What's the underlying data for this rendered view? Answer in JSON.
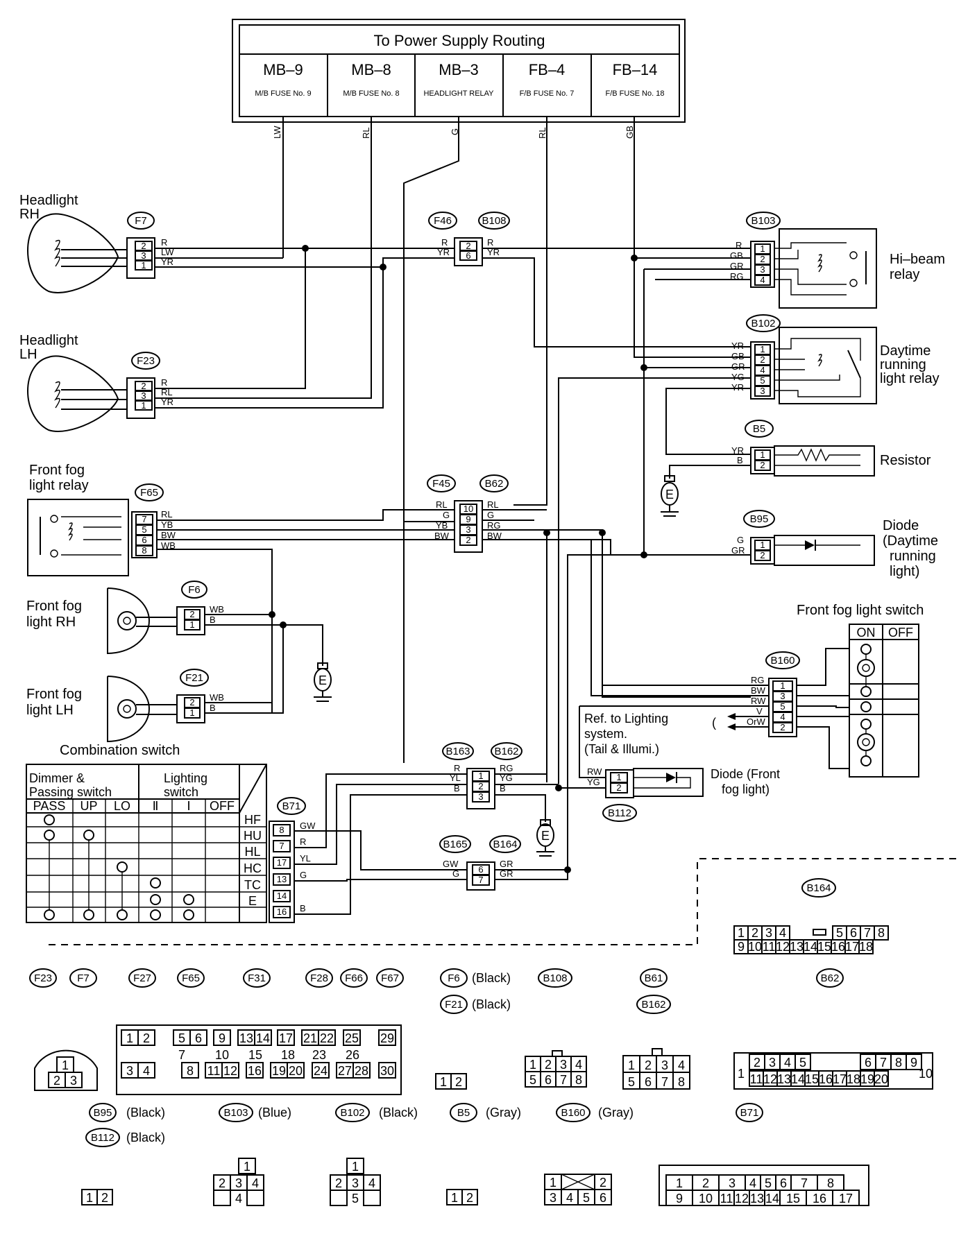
{
  "power_supply": {
    "title": "To Power Supply Routing",
    "sources": [
      {
        "code": "MB–9",
        "desc": "M/B FUSE No. 9"
      },
      {
        "code": "MB–8",
        "desc": "M/B FUSE No. 8"
      },
      {
        "code": "MB–3",
        "desc": "HEADLIGHT RELAY"
      },
      {
        "code": "FB–4",
        "desc": "F/B FUSE No. 7"
      },
      {
        "code": "FB–14",
        "desc": "F/B FUSE No. 18"
      }
    ],
    "wires": [
      "LW",
      "RL",
      "G",
      "RL",
      "GB"
    ]
  },
  "components": {
    "headlight_rh": [
      "Headlight",
      "RH"
    ],
    "headlight_lh": [
      "Headlight",
      "LH"
    ],
    "fog_relay": [
      "Front fog",
      "light relay"
    ],
    "fog_rh": [
      "Front fog",
      "light RH"
    ],
    "fog_lh": [
      "Front fog",
      "light LH"
    ],
    "hibeam_relay": [
      "Hi–beam",
      "relay"
    ],
    "drl_relay": [
      "Daytime",
      "running",
      "light relay"
    ],
    "resistor": "Resistor",
    "diode_drl": [
      "Diode",
      "(Daytime",
      "running",
      "light)"
    ],
    "fog_switch": "Front fog light switch",
    "fog_switch_on": "ON",
    "fog_switch_off": "OFF",
    "ref_lighting": [
      "Ref. to Lighting",
      "system.",
      "(Tail & Illumi.)"
    ],
    "diode_fog": [
      "Diode (Front",
      "fog light)"
    ],
    "combination_switch": "Combination switch",
    "ground": "E"
  },
  "connectors": {
    "F7": {
      "id": "F7",
      "pins": [
        "2",
        "3",
        "1"
      ],
      "wires": [
        "R",
        "LW",
        "YR"
      ]
    },
    "F23": {
      "id": "F23",
      "pins": [
        "2",
        "3",
        "1"
      ],
      "wires": [
        "R",
        "RL",
        "YR"
      ]
    },
    "F46_B108": {
      "ids": [
        "F46",
        "B108"
      ],
      "pins": [
        "2",
        "6"
      ],
      "left": [
        "R",
        "YR"
      ],
      "right": [
        "R",
        "YR"
      ]
    },
    "B103": {
      "id": "B103",
      "pins": [
        "1",
        "2",
        "3",
        "4"
      ],
      "wires": [
        "R",
        "GB",
        "GR",
        "RG"
      ]
    },
    "B102": {
      "id": "B102",
      "pins": [
        "1",
        "2",
        "4",
        "5",
        "3"
      ],
      "wires": [
        "YR",
        "GB",
        "GR",
        "YG",
        "YR"
      ]
    },
    "B5": {
      "id": "B5",
      "pins": [
        "1",
        "2"
      ],
      "wires": [
        "YR",
        "B"
      ]
    },
    "F45_B62": {
      "ids": [
        "F45",
        "B62"
      ],
      "pins": [
        "10",
        "9",
        "3",
        "2"
      ],
      "left": [
        "RL",
        "G",
        "YB",
        "BW"
      ],
      "right": [
        "RL",
        "G",
        "RG",
        "BW"
      ]
    },
    "F65": {
      "id": "F65",
      "pins": [
        "7",
        "5",
        "6",
        "8"
      ],
      "wires": [
        "RL",
        "YB",
        "BW",
        "WB"
      ]
    },
    "B95": {
      "id": "B95",
      "pins": [
        "1",
        "2"
      ],
      "wires": [
        "G",
        "GR"
      ]
    },
    "F6": {
      "id": "F6",
      "pins": [
        "2",
        "1"
      ],
      "wires": [
        "WB",
        "B"
      ]
    },
    "F21": {
      "id": "F21",
      "pins": [
        "2",
        "1"
      ],
      "wires": [
        "WB",
        "B"
      ]
    },
    "B160": {
      "id": "B160",
      "pins": [
        "1",
        "3",
        "5",
        "4",
        "2"
      ],
      "wires": [
        "RG",
        "BW",
        "RW",
        "V",
        "OrW"
      ]
    },
    "B163_B162": {
      "ids": [
        "B163",
        "B162"
      ],
      "pins": [
        "1",
        "2",
        "3"
      ],
      "left": [
        "R",
        "YL",
        "B"
      ],
      "right": [
        "RG",
        "YG",
        "B"
      ]
    },
    "B112": {
      "id": "B112",
      "pins": [
        "1",
        "2"
      ],
      "wires": [
        "RW",
        "YG"
      ]
    },
    "B71": {
      "id": "B71",
      "pins": [
        "8",
        "7",
        "17",
        "13",
        "14",
        "16"
      ],
      "wires": [
        "GW",
        "R",
        "YL",
        "G",
        "",
        "B"
      ]
    },
    "B165_B164": {
      "ids": [
        "B165",
        "B164"
      ],
      "pins": [
        "6",
        "7"
      ],
      "left": [
        "GW",
        "G"
      ],
      "right": [
        "GR",
        "GR"
      ]
    }
  },
  "combination_switch": {
    "group1": [
      "Dimmer &",
      "Passing switch"
    ],
    "group2": [
      "Lighting",
      "switch"
    ],
    "columns": [
      "PASS",
      "UP",
      "LO",
      "Ⅱ",
      "Ⅰ",
      "OFF"
    ],
    "rows": [
      "HF",
      "HU",
      "HL",
      "HC",
      "TC",
      "E"
    ]
  },
  "connector_views": {
    "labels_row1": [
      "F23",
      "F7",
      "F27",
      "F65",
      "F31",
      "F28",
      "F66",
      "F67",
      "F6",
      "(Black)",
      "B108",
      "B61",
      "B62"
    ],
    "labels_row2": [
      "F21",
      "(Black)",
      "B162"
    ],
    "b164_id": "B164",
    "b164_top": [
      "1",
      "2",
      "3",
      "4",
      "5",
      "6",
      "7",
      "8"
    ],
    "b164_bottom": [
      "9",
      "10",
      "11",
      "12",
      "13",
      "14",
      "15",
      "16",
      "17",
      "18"
    ],
    "big_top": [
      "1",
      "2",
      "5",
      "6",
      "9",
      "13",
      "14",
      "17",
      "21",
      "22",
      "25",
      "29"
    ],
    "big_mid": [
      "7",
      "10",
      "15",
      "18",
      "23",
      "26"
    ],
    "big_bottom": [
      "3",
      "4",
      "8",
      "11",
      "12",
      "16",
      "19",
      "20",
      "24",
      "27",
      "28",
      "30"
    ],
    "three_pin": [
      "1",
      "2",
      "3"
    ],
    "two_pin": [
      "1",
      "2"
    ],
    "eight_pin_a": [
      "1",
      "2",
      "3",
      "4",
      "5",
      "6",
      "7",
      "8"
    ],
    "eight_pin_b": [
      "1",
      "2",
      "3",
      "4",
      "5",
      "6",
      "7",
      "8"
    ],
    "b71_view_top": [
      "1",
      "2",
      "3",
      "4",
      "5",
      "6",
      "7",
      "8",
      "9",
      "10"
    ],
    "b71_view_bottom": [
      "11",
      "12",
      "13",
      "14",
      "15",
      "16",
      "17",
      "18",
      "19",
      "20"
    ],
    "labels_row3": [
      "B95",
      "(Black)",
      "B103",
      "(Blue)",
      "B102",
      "(Black)",
      "B5",
      "(Gray)",
      "B160",
      "(Gray)",
      "B71"
    ],
    "labels_row4": [
      "B112",
      "(Black)"
    ],
    "small_a": [
      "1",
      "2"
    ],
    "four_pin_a": [
      "1",
      "2",
      "3",
      "4"
    ],
    "four_pin_b": [
      "1",
      "2",
      "3",
      "4",
      "5"
    ],
    "small_b": [
      "1",
      "2"
    ],
    "six_pin": [
      "1",
      "2",
      "3",
      "4",
      "5",
      "6"
    ],
    "seventeen_top": [
      "1",
      "2",
      "3",
      "4",
      "5",
      "6",
      "7",
      "8"
    ],
    "seventeen_bottom": [
      "9",
      "10",
      "11",
      "12",
      "13",
      "14",
      "15",
      "16",
      "17"
    ]
  }
}
